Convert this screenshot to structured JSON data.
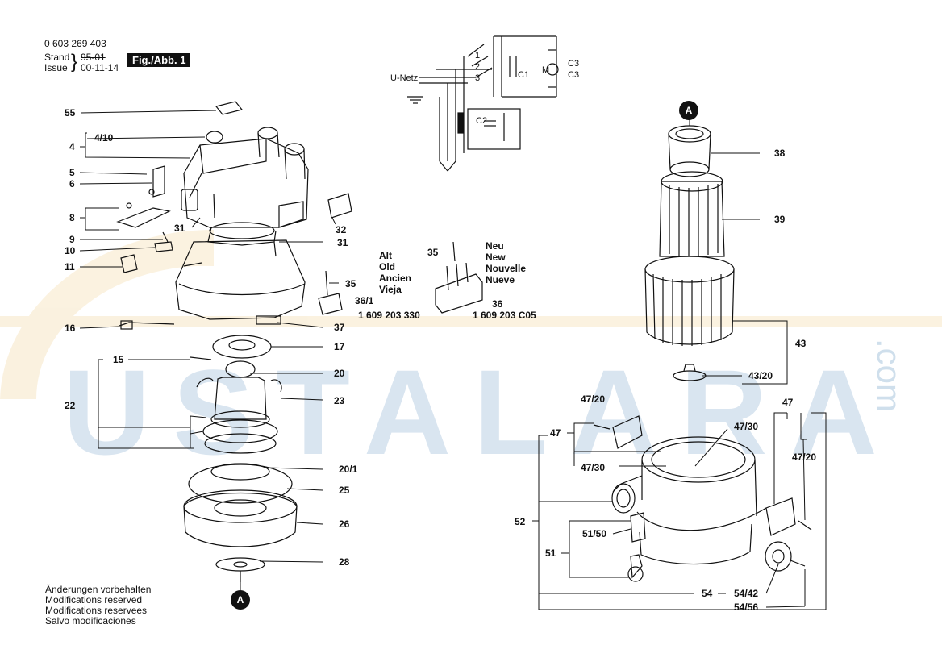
{
  "header": {
    "part_number": "0 603 269 403",
    "stand_label": "Stand",
    "stand_value": "95-01",
    "issue_label": "Issue",
    "issue_value": "00-11-14",
    "fig_label": "Fig./Abb. 1"
  },
  "footer": {
    "lines": [
      "Änderungen vorbehalten",
      "Modifications reserved",
      "Modifications reservees",
      "Salvo modificaciones"
    ]
  },
  "old_new": {
    "old": [
      "Alt",
      "Old",
      "Ancien",
      "Vieja"
    ],
    "new": [
      "Neu",
      "New",
      "Nouvelle",
      "Nueve"
    ],
    "old_part": "1 609 203 330",
    "new_part": "1 609 203 C05"
  },
  "circuit": {
    "u_netz": "U-Netz",
    "c1": "C1",
    "c2": "C2",
    "c3_top": "C3",
    "c3_bottom": "C3",
    "motor": "M",
    "switch_nums": [
      "1",
      "2",
      "3"
    ]
  },
  "connector_label": "A",
  "callouts": {
    "c55": "55",
    "c4": "4",
    "c4_10": "4/10",
    "c5": "5",
    "c6": "6",
    "c8": "8",
    "c9": "9",
    "c10": "10",
    "c11": "11",
    "c16": "16",
    "c15": "15",
    "c22": "22",
    "c31a": "31",
    "c31b": "31",
    "c32": "32",
    "c35a": "35",
    "c35b": "35",
    "c36_1": "36/1",
    "c36": "36",
    "c37": "37",
    "c17": "17",
    "c20": "20",
    "c23": "23",
    "c20_1": "20/1",
    "c25": "25",
    "c26": "26",
    "c28": "28",
    "c38": "38",
    "c39": "39",
    "c43": "43",
    "c43_20": "43/20",
    "c47a": "47",
    "c47b": "47",
    "c47_20a": "47/20",
    "c47_20b": "47/20",
    "c47_30a": "47/30",
    "c47_30b": "47/30",
    "c52": "52",
    "c51": "51",
    "c51_50": "51/50",
    "c54": "54",
    "c54_42": "54/42",
    "c54_56": "54/56"
  },
  "watermark": {
    "word": "USTALARA",
    "suffix": ".com"
  }
}
